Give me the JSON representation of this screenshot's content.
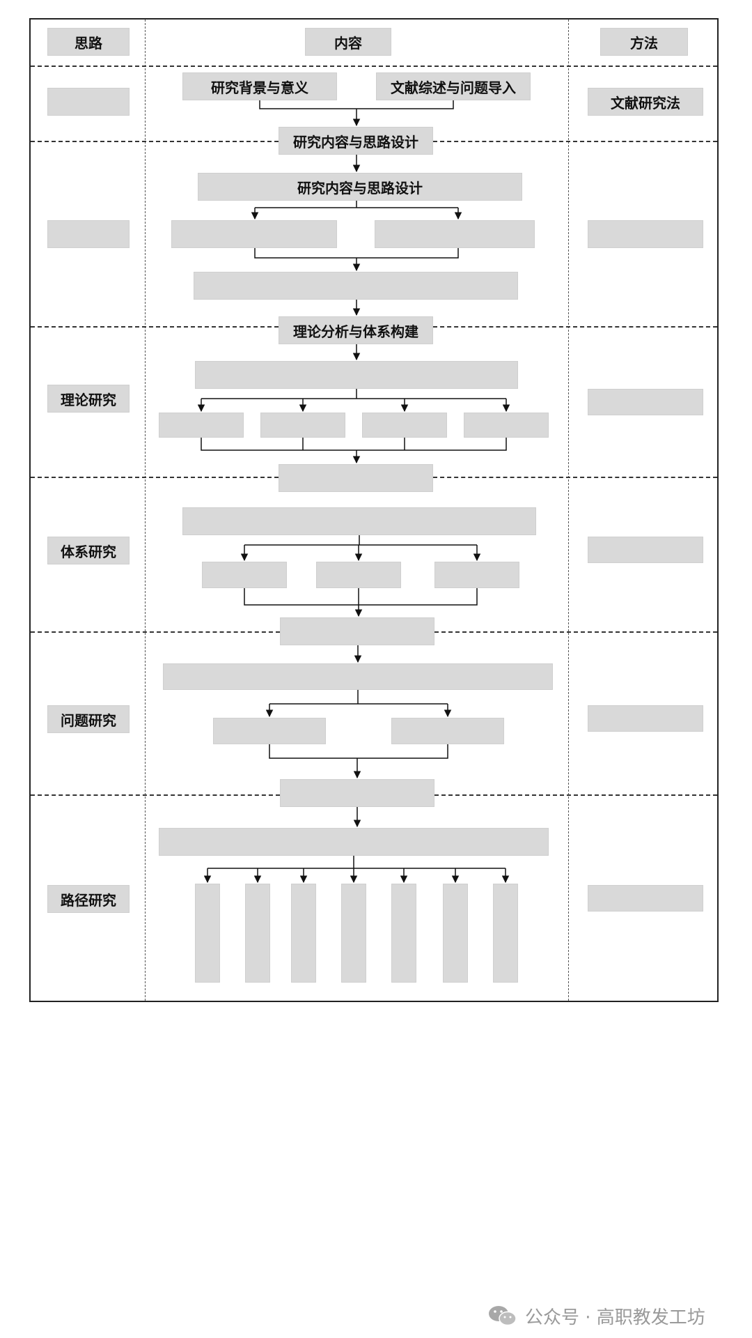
{
  "headers": {
    "left": "思路",
    "center": "内容",
    "right": "方法"
  },
  "rows": {
    "r1": {
      "left": "",
      "box_a": "研究背景与意义",
      "box_b": "文献综述与问题导入",
      "method": "文献研究法"
    },
    "r2": {
      "left": "",
      "top_label": "研究内容与思路设计",
      "main_box": "研究内容与思路设计",
      "method": ""
    },
    "r3": {
      "left": "理论研究",
      "top_label": "理论分析与体系构建",
      "method": ""
    },
    "r4": {
      "left": "体系研究",
      "method": ""
    },
    "r5": {
      "left": "问题研究",
      "method": ""
    },
    "r6": {
      "left": "路径研究",
      "method": ""
    }
  },
  "watermark": {
    "text": "公众号 · 高职教发工坊",
    "icon": "wechat-icon"
  }
}
